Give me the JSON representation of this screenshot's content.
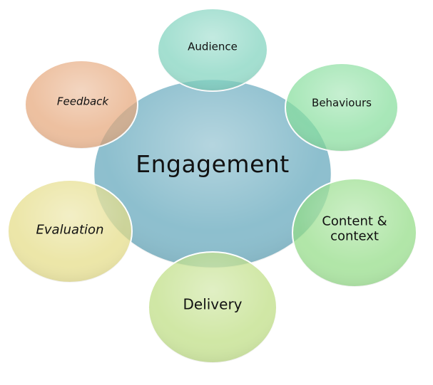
{
  "center": {
    "label": "Engagement",
    "color": "#79B4C6"
  },
  "nodes": [
    {
      "id": "audience",
      "label": "Audience",
      "color": "#7FD3BE",
      "italic": false
    },
    {
      "id": "behaviours",
      "label": "Behaviours",
      "color": "#86DE9C",
      "italic": false
    },
    {
      "id": "content",
      "label": "Content &",
      "label2": "context",
      "color": "#93DD87",
      "italic": false
    },
    {
      "id": "delivery",
      "label": "Delivery",
      "color": "#BEDE82",
      "italic": false
    },
    {
      "id": "evaluation",
      "label": "Evaluation",
      "color": "#E4DD87",
      "italic": true
    },
    {
      "id": "feedback",
      "label": "Feedback",
      "color": "#E6A77C",
      "italic": true
    }
  ]
}
